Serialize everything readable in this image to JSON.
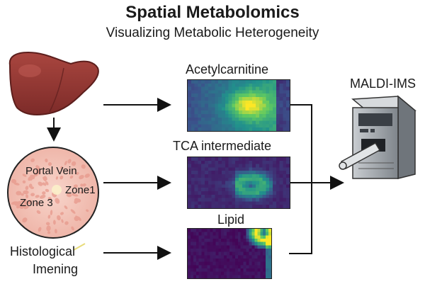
{
  "title": "Spatial Metabolomics",
  "subtitle": "Visualizing Metabolic Heterogeneity",
  "tissue_labels": {
    "portal_vein": "Portal Vein",
    "zone1": "Zone1",
    "zone3": "Zone 3"
  },
  "histology_label_line1": "Histological",
  "histology_label_line2": "Imening",
  "panels": [
    {
      "label": "Acetylcarnitine",
      "colormap": "viridis",
      "pattern": "hotspot"
    },
    {
      "label": "TCA intermediate",
      "colormap": "viridis",
      "pattern": "arc"
    },
    {
      "label": "Lipid",
      "colormap": "viridis",
      "pattern": "edge"
    }
  ],
  "instrument_label": "MALDI-IMS",
  "colors": {
    "liver": "#9c3b36",
    "tissue_fill": "#f3c4b9",
    "arrow": "#111111",
    "instrument": "#8b9096"
  }
}
